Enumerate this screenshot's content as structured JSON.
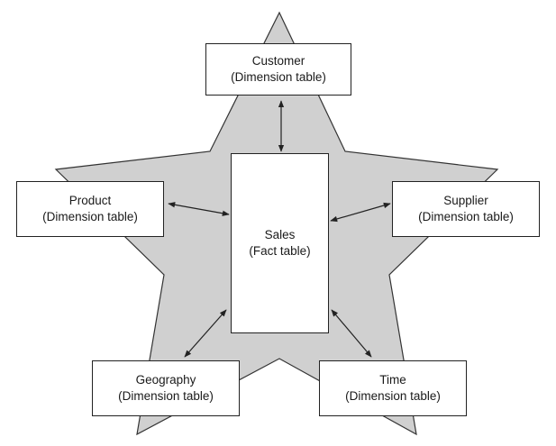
{
  "diagram": {
    "star_fill_color": "#d0d0d0",
    "line_color": "#222222",
    "box_fill_color": "#ffffff",
    "fact": {
      "name": "Sales",
      "kind": "(Fact table)"
    },
    "dimensions": {
      "customer": {
        "name": "Customer",
        "kind": "(Dimension table)"
      },
      "product": {
        "name": "Product",
        "kind": "(Dimension table)"
      },
      "supplier": {
        "name": "Supplier",
        "kind": "(Dimension table)"
      },
      "geography": {
        "name": "Geography",
        "kind": "(Dimension table)"
      },
      "time": {
        "name": "Time",
        "kind": "(Dimension table)"
      }
    }
  }
}
